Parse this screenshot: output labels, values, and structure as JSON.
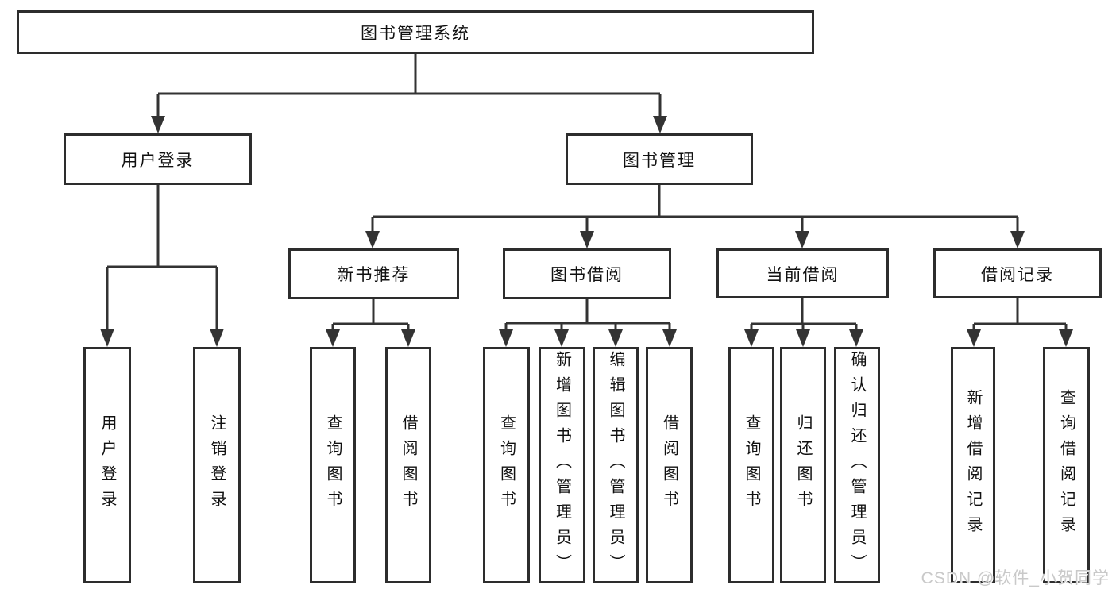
{
  "tree": {
    "label": "图书管理系统",
    "children": [
      {
        "label": "用户登录",
        "children": [
          {
            "label": "用户登录"
          },
          {
            "label": "注销登录"
          }
        ]
      },
      {
        "label": "图书管理",
        "children": [
          {
            "label": "新书推荐",
            "children": [
              {
                "label": "查询图书"
              },
              {
                "label": "借阅图书"
              }
            ]
          },
          {
            "label": "图书借阅",
            "children": [
              {
                "label": "查询图书"
              },
              {
                "label": "新增图书（管理员）"
              },
              {
                "label": "编辑图书（管理员）"
              },
              {
                "label": "借阅图书"
              }
            ]
          },
          {
            "label": "当前借阅",
            "children": [
              {
                "label": "查询图书"
              },
              {
                "label": "归还图书"
              },
              {
                "label": "确认归还（管理员）"
              }
            ]
          },
          {
            "label": "借阅记录",
            "children": [
              {
                "label": "新增借阅记录"
              },
              {
                "label": "查询借阅记录"
              }
            ]
          }
        ]
      }
    ]
  },
  "watermark": {
    "text": "CSDN @软件_小贺同学"
  },
  "colors": {
    "line": "#333333",
    "box_border": "#2d2d2d",
    "text": "#111111",
    "watermark": "#c9c9c9",
    "background": "#ffffff"
  }
}
